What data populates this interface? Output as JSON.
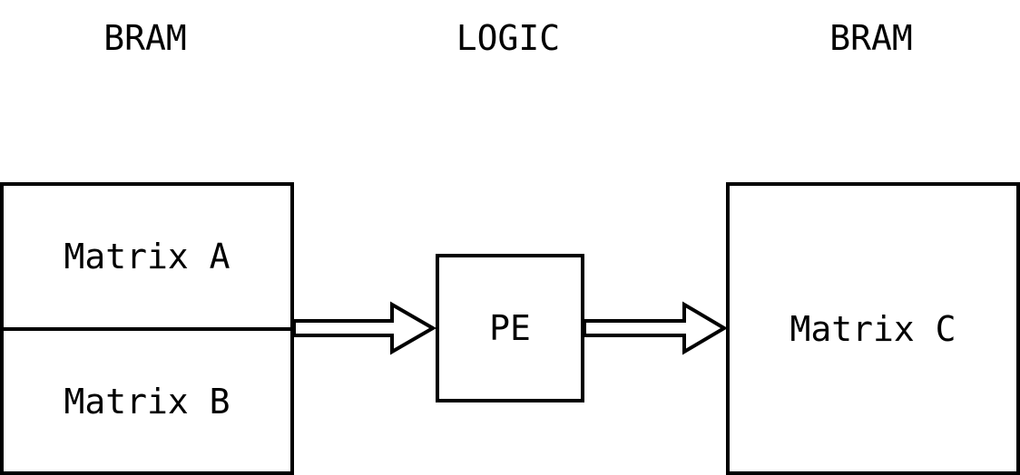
{
  "headers": {
    "left": "BRAM",
    "middle": "LOGIC",
    "right": "BRAM"
  },
  "blocks": {
    "matrix_a": "Matrix A",
    "matrix_b": "Matrix B",
    "pe": "PE",
    "matrix_c": "Matrix C"
  }
}
